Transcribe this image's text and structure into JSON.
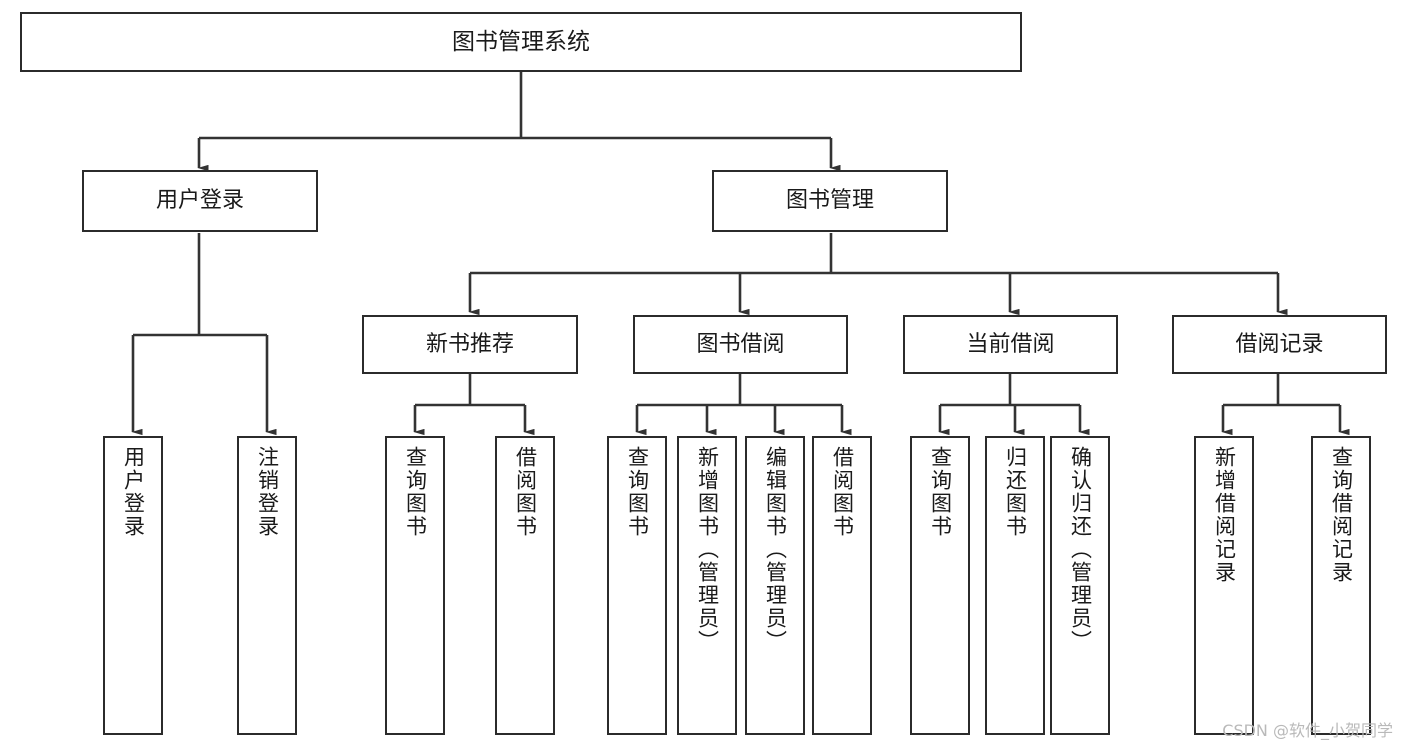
{
  "diagram": {
    "type": "tree-hierarchy-chart",
    "title": "图书管理系统",
    "orientation": "top-down",
    "colors": {
      "box_border": "#2b2b2b",
      "box_fill": "#ffffff",
      "connector": "#333333",
      "background": "#ffffff",
      "watermark": "#b9b9b9"
    },
    "levels": {
      "root": {
        "label": "图书管理系统"
      },
      "level1": [
        {
          "id": "user-login",
          "label": "用户登录"
        },
        {
          "id": "book-manage",
          "label": "图书管理"
        }
      ],
      "level2": [
        {
          "id": "new-book-recommend",
          "label": "新书推荐",
          "parent": "book-manage"
        },
        {
          "id": "book-borrow",
          "label": "图书借阅",
          "parent": "book-manage"
        },
        {
          "id": "current-borrow",
          "label": "当前借阅",
          "parent": "book-manage"
        },
        {
          "id": "borrow-record",
          "label": "借阅记录",
          "parent": "book-manage"
        }
      ],
      "leaves": [
        {
          "id": "leaf-user-login",
          "label": "用户登录",
          "parent": "user-login"
        },
        {
          "id": "leaf-logout",
          "label": "注销登录",
          "parent": "user-login"
        },
        {
          "id": "leaf-query-book-1",
          "label": "查询图书",
          "parent": "new-book-recommend"
        },
        {
          "id": "leaf-borrow-book-1",
          "label": "借阅图书",
          "parent": "new-book-recommend"
        },
        {
          "id": "leaf-query-book-2",
          "label": "查询图书",
          "parent": "book-borrow"
        },
        {
          "id": "leaf-add-book",
          "label": "新增图书（管理员）",
          "parent": "book-borrow"
        },
        {
          "id": "leaf-edit-book",
          "label": "编辑图书（管理员）",
          "parent": "book-borrow"
        },
        {
          "id": "leaf-borrow-book-2",
          "label": "借阅图书",
          "parent": "book-borrow"
        },
        {
          "id": "leaf-query-book-3",
          "label": "查询图书",
          "parent": "current-borrow"
        },
        {
          "id": "leaf-return-book",
          "label": "归还图书",
          "parent": "current-borrow"
        },
        {
          "id": "leaf-confirm-return",
          "label": "确认归还（管理员）",
          "parent": "current-borrow"
        },
        {
          "id": "leaf-add-record",
          "label": "新增借阅记录",
          "parent": "borrow-record"
        },
        {
          "id": "leaf-query-record",
          "label": "查询借阅记录",
          "parent": "borrow-record"
        }
      ]
    }
  },
  "watermark": {
    "text": "CSDN @软件_小贺同学"
  }
}
